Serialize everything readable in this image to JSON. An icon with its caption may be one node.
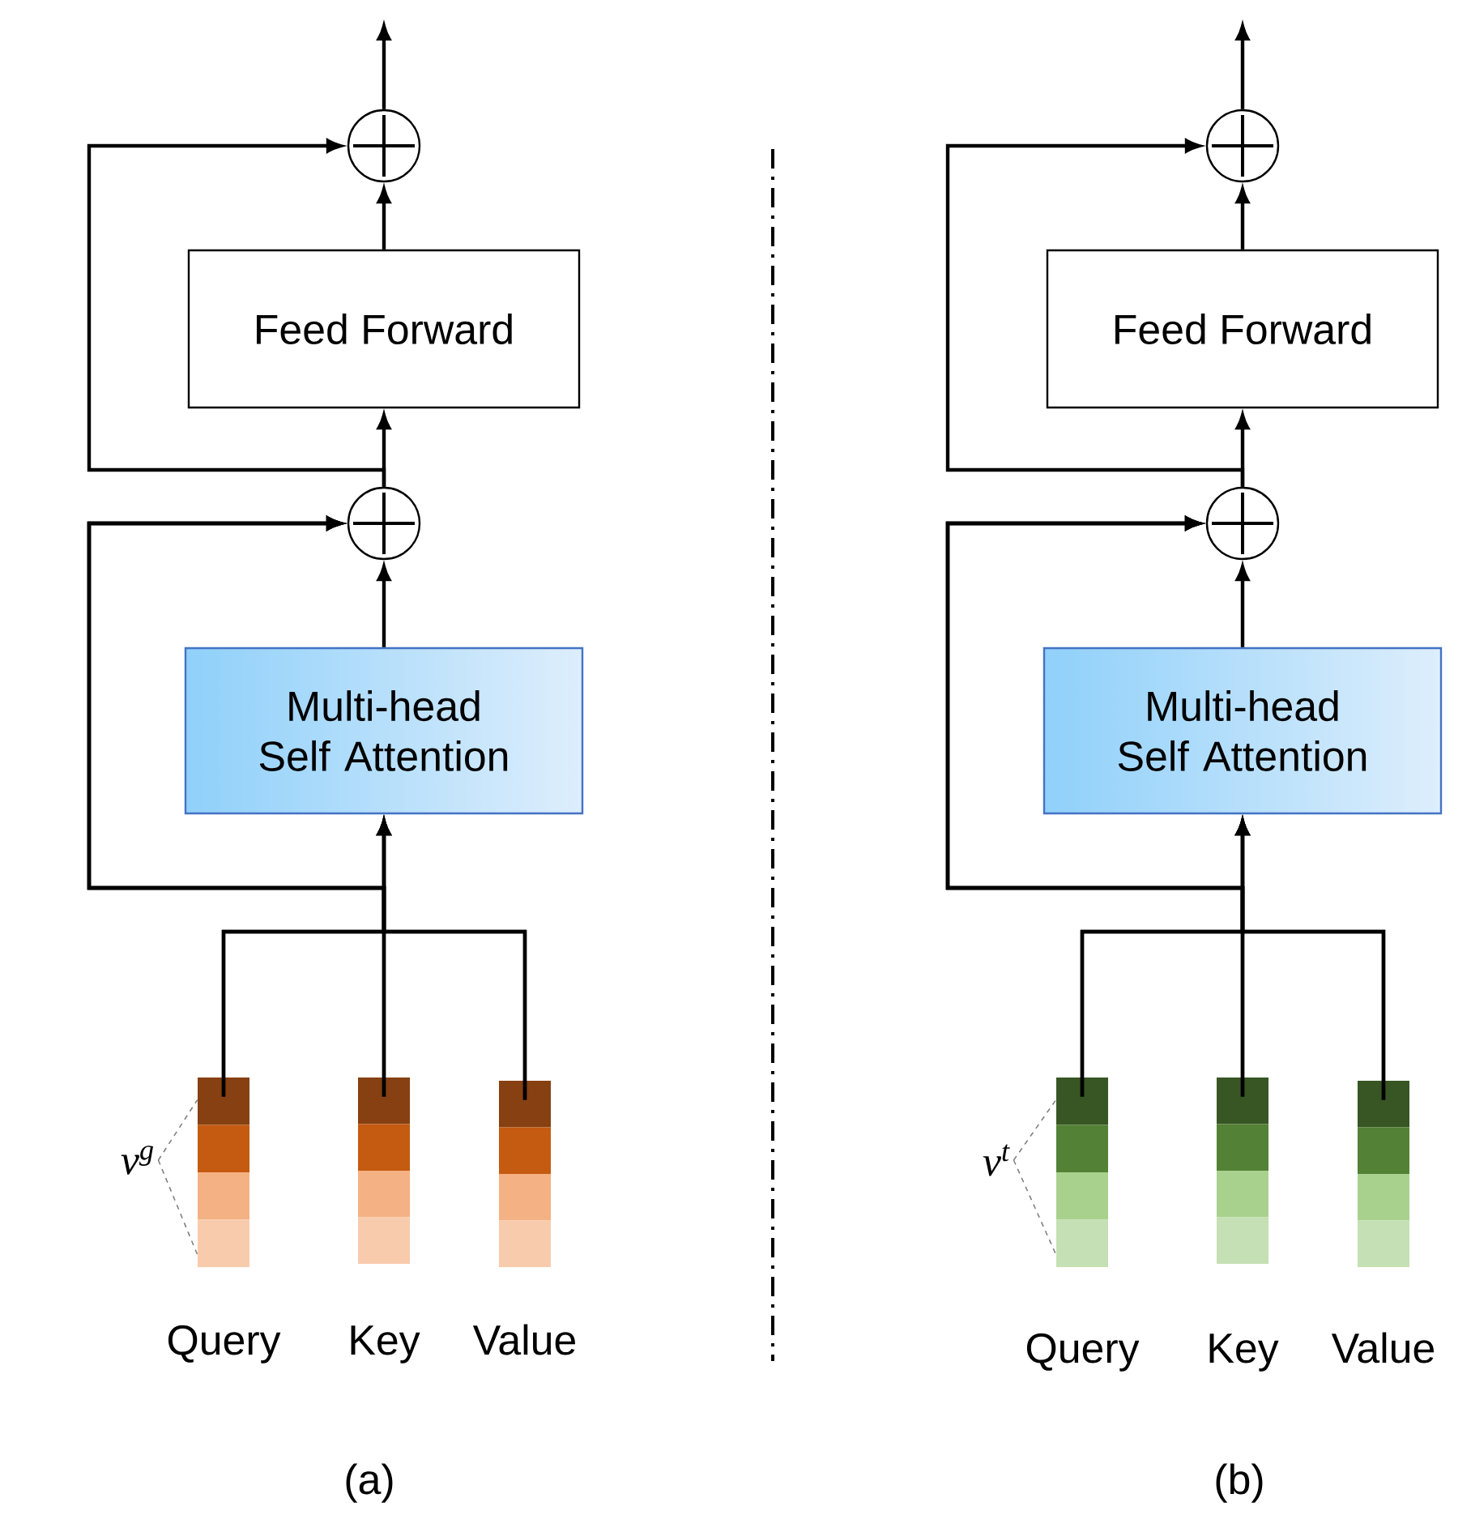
{
  "diagram": {
    "nodes": [
      {
        "text": [],
        "shape": "circle"
      },
      {
        "text": [
          "Feed Forward"
        ]
      },
      {
        "text": [],
        "shape": "circle"
      },
      {
        "text": [
          "Multi-head Self Attention"
        ]
      },
      {
        "text": [
          "v$^{g}$"
        ]
      },
      {
        "text": [],
        "shape": "bar",
        "beside": [
          "Query"
        ]
      },
      {
        "text": [],
        "shape": "bar",
        "beside": [
          "Key"
        ]
      },
      {
        "text": [],
        "shape": "bar",
        "beside": [
          "Value"
        ]
      },
      {
        "text": [],
        "shape": "circle"
      },
      {
        "text": [
          "Feed Forward"
        ]
      },
      {
        "text": [],
        "shape": "circle"
      },
      {
        "text": [
          "Multi-head Self Attention"
        ]
      },
      {
        "text": [
          "v$^{t}$"
        ]
      },
      {
        "text": [],
        "shape": "bar",
        "beside": [
          "Query"
        ]
      },
      {
        "text": [],
        "shape": "bar",
        "beside": [
          "Key"
        ]
      },
      {
        "text": [],
        "shape": "bar",
        "beside": [
          "Value"
        ]
      }
    ],
    "edges": [
      {
        "from": 3,
        "to": 2,
        "arrow": "to"
      },
      {
        "from": 2,
        "to": 1,
        "arrow": "to"
      },
      {
        "from": 1,
        "to": 0,
        "arrow": "to"
      },
      {
        "from": 2,
        "to": 0,
        "arrow": "to"
      },
      {
        "from": 0,
        "to": null,
        "arrow": "to"
      },
      {
        "from": 5,
        "to": 3,
        "arrow": "to"
      },
      {
        "from": 6,
        "to": 3,
        "arrow": "to"
      },
      {
        "from": 7,
        "to": 3,
        "arrow": "to"
      },
      {
        "from": 5,
        "to": 2,
        "arrow": "to"
      },
      {
        "from": 6,
        "to": 2,
        "arrow": "to"
      },
      {
        "from": 7,
        "to": 2,
        "arrow": "to"
      },
      {
        "from": 4,
        "to": 5,
        "arrow": "none",
        "style": "dashed",
        "color": "#808080"
      },
      {
        "from": 4,
        "to": 5,
        "arrow": "none",
        "style": "dashed",
        "color": "#808080"
      },
      {
        "from": 11,
        "to": 10,
        "arrow": "to"
      },
      {
        "from": 10,
        "to": 9,
        "arrow": "to"
      },
      {
        "from": 9,
        "to": 8,
        "arrow": "to"
      },
      {
        "from": 10,
        "to": 8,
        "arrow": "to"
      },
      {
        "from": 8,
        "to": null,
        "arrow": "to"
      },
      {
        "from": 13,
        "to": 11,
        "arrow": "to"
      },
      {
        "from": 14,
        "to": 11,
        "arrow": "to"
      },
      {
        "from": 15,
        "to": 11,
        "arrow": "to"
      },
      {
        "from": 13,
        "to": 10,
        "arrow": "to"
      },
      {
        "from": 14,
        "to": 10,
        "arrow": "to"
      },
      {
        "from": 15,
        "to": 10,
        "arrow": "to"
      },
      {
        "from": 12,
        "to": 13,
        "arrow": "none",
        "style": "dashed",
        "color": "#808080"
      },
      {
        "from": 12,
        "to": 13,
        "arrow": "none",
        "style": "dashed",
        "color": "#808080"
      }
    ],
    "labels": [
      "(a)",
      "(b)"
    ]
  }
}
